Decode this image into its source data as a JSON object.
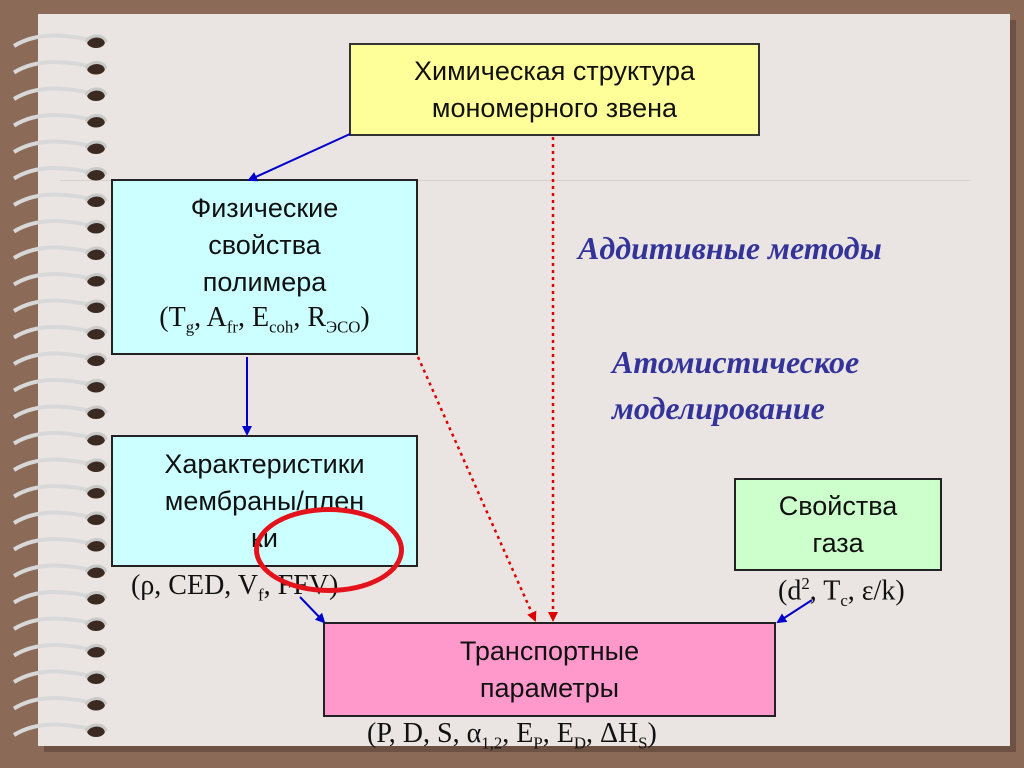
{
  "boxes": {
    "chemical_structure": {
      "line1": "Химическая структура",
      "line2": "мономерного звена",
      "color": "#ffff99"
    },
    "physical_properties": {
      "line1": "Физические",
      "line2": "свойства",
      "line3": "полимера",
      "params": {
        "open": "(T",
        "g": "g",
        "sep1": ", A",
        "fr": "fr",
        "sep2": ", E",
        "coh": "coh",
        "sep3": ", R",
        "esco": "ЭСО",
        "close": ")"
      },
      "color": "#ccffff"
    },
    "membrane_characteristics": {
      "line1": "Характеристики",
      "line2": "мембраны/плен",
      "line3": "ки",
      "color": "#ccffff"
    },
    "gas_properties": {
      "line1": "Свойства",
      "line2": "газа",
      "color": "#ccffcc"
    },
    "transport_parameters": {
      "line1": "Транспортные",
      "line2": "параметры",
      "color": "#ff99cc"
    }
  },
  "labels": {
    "membrane_params": {
      "text1": "(ρ, CED, V",
      "sub": "f",
      "text2": ", FFV)"
    },
    "gas_params": {
      "t1": "(d",
      "sup": "2",
      "t2": ", T",
      "sub": "c",
      "t3": ", ε/k)"
    },
    "transport_params": {
      "t1": "(P, D, S, α",
      "sub1": "1,2",
      "t2": ", E",
      "sub2": "P",
      "t3": ", E",
      "sub3": "D",
      "t4": ", ΔH",
      "sub4": "S",
      "t5": ")"
    }
  },
  "annotations": {
    "additive_methods": "Аддитивные методы",
    "atomistic_line1": "Атомистическое",
    "atomistic_line2": "моделирование",
    "color": "#333399"
  },
  "colors": {
    "solid_arrow": "#0000cc",
    "dotted_arrow": "#dd0000",
    "highlight": "#e3121b"
  }
}
